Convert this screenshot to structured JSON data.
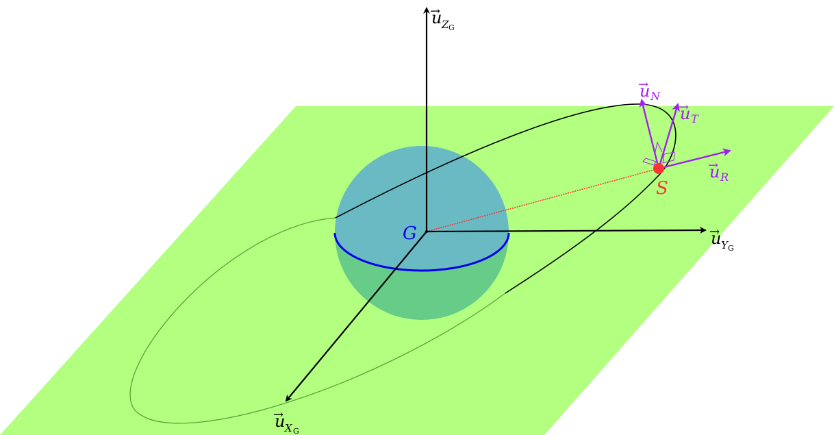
{
  "colors": {
    "plane": "#b3ff80",
    "sphere": "#4db3cc",
    "sphere_lower": "#66cc88",
    "equator": "#0000ee",
    "axis": "#000000",
    "orbit_front": "#000000",
    "orbit_back": "#5aa43a",
    "satellite": "#ff3333",
    "radius_line": "#ff3333",
    "local_frame": "#a020f0"
  },
  "labels": {
    "center": "G",
    "satellite": "S",
    "u_x": {
      "base": "u",
      "sub": "X",
      "subsub": "G"
    },
    "u_y": {
      "base": "u",
      "sub": "Y",
      "subsub": "G"
    },
    "u_z": {
      "base": "u",
      "sub": "Z",
      "subsub": "G"
    },
    "u_n": {
      "base": "u",
      "sub": "N"
    },
    "u_t": {
      "base": "u",
      "sub": "T"
    },
    "u_r": {
      "base": "u",
      "sub": "R"
    }
  }
}
